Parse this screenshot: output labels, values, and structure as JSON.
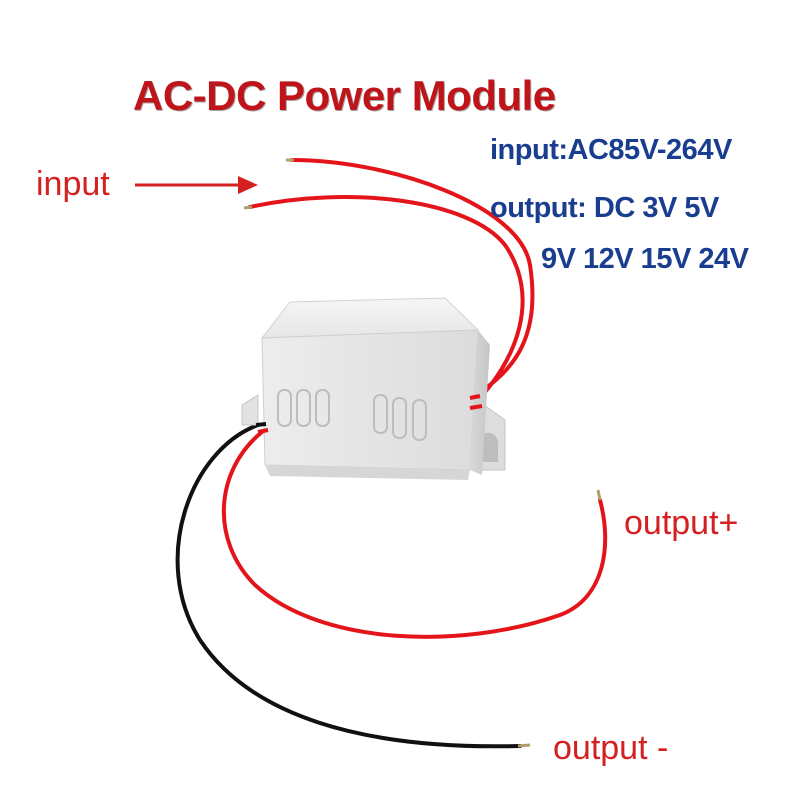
{
  "title": "AC-DC Power Module",
  "specs": {
    "input_line": "input:AC85V-264V",
    "output_line": "output:  DC 3V 5V",
    "output_line2": "9V 12V 15V 24V"
  },
  "labels": {
    "input": "input",
    "output_plus": "output+",
    "output_minus": "output -"
  },
  "colors": {
    "title": "#c0141b",
    "specs": "#1a3e8f",
    "labels": "#d42020",
    "red_wire": "#e3151b",
    "black_wire": "#111111",
    "module_body": "#ececec"
  }
}
